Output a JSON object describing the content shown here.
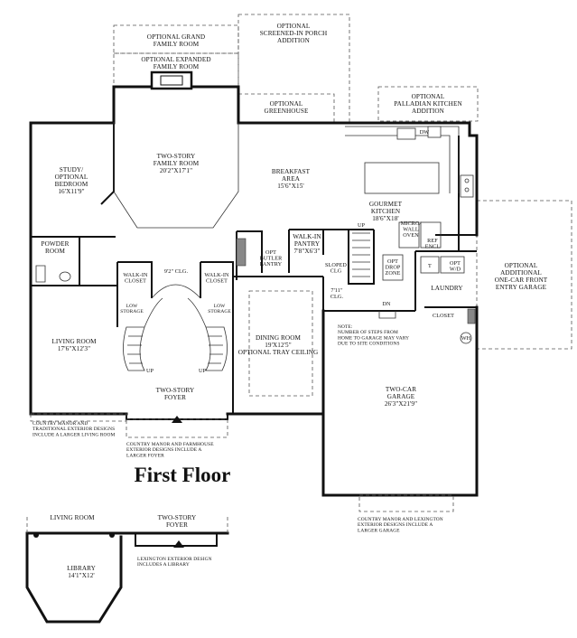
{
  "title": "First Floor",
  "rooms": [
    {
      "id": "optional-grand-family-room",
      "lines": [
        "OPTIONAL GRAND",
        "FAMILY ROOM"
      ]
    },
    {
      "id": "optional-expanded-family-room",
      "lines": [
        "OPTIONAL EXPANDED",
        "FAMILY ROOM"
      ]
    },
    {
      "id": "optional-screened-porch",
      "lines": [
        "OPTIONAL",
        "SCREENED-IN PORCH",
        "ADDITION"
      ]
    },
    {
      "id": "optional-greenhouse",
      "lines": [
        "OPTIONAL",
        "GREENHOUSE"
      ]
    },
    {
      "id": "optional-palladian-kitchen",
      "lines": [
        "OPTIONAL",
        "PALLADIAN KITCHEN",
        "ADDITION"
      ]
    },
    {
      "id": "study",
      "lines": [
        "STUDY/",
        "OPTIONAL",
        "BEDROOM",
        "16'X11'9\""
      ]
    },
    {
      "id": "two-story-family-room",
      "lines": [
        "TWO-STORY",
        "FAMILY ROOM",
        "20'2\"X17'1\""
      ]
    },
    {
      "id": "breakfast-area",
      "lines": [
        "BREAKFAST",
        "AREA",
        "15'6\"X15'"
      ]
    },
    {
      "id": "gourmet-kitchen",
      "lines": [
        "GOURMET",
        "KITCHEN",
        "18'6\"X18'"
      ]
    },
    {
      "id": "powder-room",
      "lines": [
        "POWDER",
        "ROOM"
      ]
    },
    {
      "id": "walk-in-pantry",
      "lines": [
        "WALK-IN",
        "PANTRY",
        "7'8\"X6'3\""
      ]
    },
    {
      "id": "opt-butler-pantry",
      "lines": [
        "OPT",
        "BUTLER",
        "PANTRY"
      ]
    },
    {
      "id": "sloped-clg",
      "lines": [
        "SLOPED",
        "CLG"
      ]
    },
    {
      "id": "micro-wall-oven",
      "lines": [
        "MICRO/",
        "WALL",
        "OVEN"
      ]
    },
    {
      "id": "ref-encl",
      "lines": [
        "REF",
        "ENCL"
      ]
    },
    {
      "id": "opt-drop-zone",
      "lines": [
        "OPT",
        "DROP",
        "ZONE"
      ]
    },
    {
      "id": "opt-wd",
      "lines": [
        "OPT",
        "W/D"
      ]
    },
    {
      "id": "optional-garage",
      "lines": [
        "OPTIONAL",
        "ADDITIONAL",
        "ONE-CAR FRONT",
        "ENTRY GARAGE"
      ]
    },
    {
      "id": "laundry",
      "lines": [
        "LAUNDRY"
      ]
    },
    {
      "id": "closet",
      "lines": [
        "CLOSET"
      ]
    },
    {
      "id": "walk-in-closet-left",
      "lines": [
        "WALK-IN",
        "CLOSET"
      ]
    },
    {
      "id": "walk-in-closet-right",
      "lines": [
        "WALK-IN",
        "CLOSET"
      ]
    },
    {
      "id": "low-storage-left",
      "lines": [
        "LOW",
        "STORAGE"
      ]
    },
    {
      "id": "low-storage-right",
      "lines": [
        "LOW",
        "STORAGE"
      ]
    },
    {
      "id": "living-room",
      "lines": [
        "LIVING ROOM",
        "17'6\"X12'3\""
      ]
    },
    {
      "id": "dining-room",
      "lines": [
        "DINING ROOM",
        "19'X12'5\"",
        "OPTIONAL TRAY CEILING"
      ]
    },
    {
      "id": "two-story-foyer",
      "lines": [
        "TWO-STORY",
        "FOYER"
      ]
    },
    {
      "id": "two-car-garage",
      "lines": [
        "TWO-CAR",
        "GARAGE",
        "26'3\"X21'9\""
      ]
    },
    {
      "id": "library",
      "lines": [
        "LIBRARY",
        "14'1\"X12'"
      ]
    },
    {
      "id": "inset-living-room",
      "lines": [
        "LIVING ROOM"
      ]
    },
    {
      "id": "inset-foyer",
      "lines": [
        "TWO-STORY",
        "FOYER"
      ]
    }
  ],
  "notes": {
    "garage_steps": [
      "NOTE:",
      "NUMBER OF STEPS FROM",
      "HOME TO GARAGE MAY VARY",
      "DUE TO SITE CONDITIONS"
    ],
    "living_room_variation": [
      "COUNTRY MANOR AND",
      "TRADITIONAL EXTERIOR DESIGNS",
      "INCLUDE A LARGER LIVING ROOM"
    ],
    "foyer_variation": [
      "COUNTRY MANOR AND FARMHOUSE",
      "EXTERIOR DESIGNS INCLUDE A",
      "LARGER FOYER"
    ],
    "garage_variation": [
      "COUNTRY MANOR AND LEXINGTON",
      "EXTERIOR DESIGNS INCLUDE A",
      "LARGER GARAGE"
    ],
    "library_variation": [
      "LEXINGTON EXTERIOR DESIGN",
      "INCLUDES A LIBRARY"
    ]
  },
  "small_labels": {
    "dw": "DW",
    "up_kitchen": "UP",
    "up_left_stair": "UP",
    "up_right_stair": "UP",
    "dn": "DN",
    "clg_92": "9'2\" CLG.",
    "clg_711": "7'11\"",
    "clg_711b": "CLG.",
    "wh": "WH",
    "t": "T"
  }
}
